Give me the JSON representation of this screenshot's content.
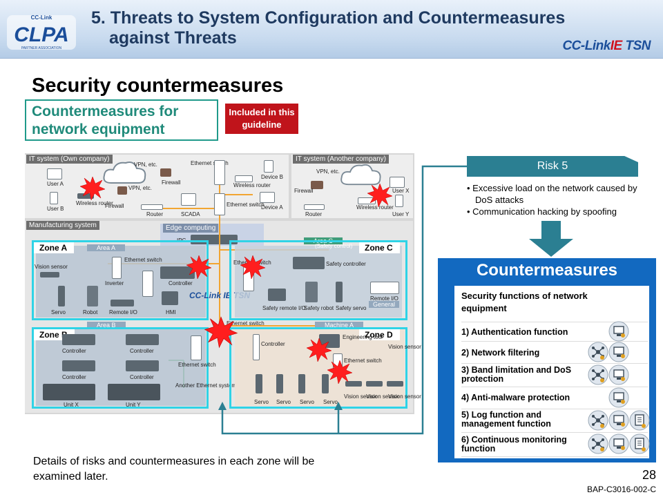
{
  "header": {
    "logo_text": "CC-Link CLPA PARTNER ASSOCIATION",
    "title_line1": "5. Threats to System Configuration and Countermeasures",
    "title_line2": "against Threats",
    "brand_prefix": "CC-Link",
    "brand_ie": "IE",
    "brand_suffix": " TSN"
  },
  "section_title": "Security countermeasures",
  "cm_box_label": "Countermeasures for network equipment",
  "included_badge": "Included in this guideline",
  "diagram": {
    "it_own": "IT system (Own company)",
    "it_other": "IT system (Another company)",
    "manufacturing": "Manufacturing system",
    "edge": "Edge computing",
    "ipc": "IPC",
    "labels": {
      "vpn1": "VPN, etc.",
      "vpn2": "VPN, etc.",
      "vpn3": "VPN, etc.",
      "eth_switch1": "Ethernet switch",
      "eth_switch2": "Ethernet switch",
      "wireless_router1": "Wireless router",
      "wireless_router2": "Wireless router",
      "wireless_router3": "Wireless router",
      "user_a": "User A",
      "user_b": "User B",
      "user_x": "User X",
      "user_y": "User Y",
      "firewall1": "Firewall",
      "firewall2": "Firewall",
      "firewall3": "Firewall",
      "router1": "Router",
      "router2": "Router",
      "scada": "SCADA",
      "device_a": "Device A",
      "device_b": "Device B",
      "vision_sensor": "Vision sensor",
      "inverter": "Inverter",
      "eth_switch_a": "Ethernet switch",
      "controller_a": "Controller",
      "servo_a": "Servo",
      "robot": "Robot",
      "remote_io_a": "Remote I/O",
      "hmi": "HMI",
      "safety_controller": "Safety controller",
      "eth_switch_c": "Ethernet switch",
      "safety_remote_io": "Safety remote I/O",
      "safety_robot": "Safety robot",
      "safety_servo": "Safety servo",
      "remote_io_c": "Remote I/O",
      "general": "General",
      "eth_switch_mid": "Ethernet switch",
      "controller_b1": "Controller",
      "controller_b2": "Controller",
      "controller_b3": "Controller",
      "controller_b4": "Controller",
      "eth_switch_b": "Ethernet switch",
      "another_eth": "Another Ethernet system network",
      "unit_x": "Unit X",
      "unit_y": "Unit Y",
      "controller_d": "Controller",
      "engineering_tool": "Engineering tool",
      "eth_switch_d": "Ethernet switch",
      "vision_sensor_d0": "Vision sensor",
      "servo_d1": "Servo",
      "servo_d2": "Servo",
      "servo_d3": "Servo",
      "servo_d4": "Servo",
      "vision_sensor_d1": "Vision sensor",
      "vision_sensor_d2": "Vision sensor",
      "vision_sensor_d3": "Vision sensor",
      "cclink": "CC-Link IE TSN"
    },
    "zones": {
      "a": "Zone A",
      "b": "Zone B",
      "c": "Zone C",
      "d": "Zone D"
    },
    "areas": {
      "area_a1": "Area A",
      "area_a2": "Area B",
      "area_c": "Area C",
      "area_c_sub": "(Safety control)",
      "machine_a": "Machine A"
    }
  },
  "risk": {
    "header": "Risk 5",
    "items": [
      "• Excessive load on the network caused by DoS attacks",
      "• Communication hacking by spoofing"
    ]
  },
  "countermeasures": {
    "title": "Countermeasures",
    "subtitle": "Security functions of network equipment",
    "rows": [
      {
        "label": "1) Authentication function",
        "icons": [
          "pc-icon"
        ]
      },
      {
        "label": "2) Network filtering",
        "icons": [
          "network-icon",
          "pc-icon"
        ]
      },
      {
        "label": "3) Band limitation and DoS protection",
        "icons": [
          "network-icon",
          "pc-icon"
        ]
      },
      {
        "label": "4) Anti-malware protection",
        "icons": [
          "pc-icon"
        ]
      },
      {
        "label": "5) Log function and management function",
        "icons": [
          "network-icon",
          "pc-icon",
          "document-icon"
        ]
      },
      {
        "label": "6) Continuous monitoring function",
        "icons": [
          "network-icon",
          "pc-icon",
          "document-icon"
        ]
      }
    ]
  },
  "bottom_note": "Details of risks and countermeasures in each zone will be examined later.",
  "page_number": "28",
  "doc_code": "BAP-C3016-002-C",
  "colors": {
    "header_bg": "#c6d9ee",
    "title_text": "#1f3a60",
    "teal": "#1f9a8a",
    "badge_red": "#c0141b",
    "risk_teal": "#2b7f92",
    "cm_blue": "#1269c0",
    "zone_cyan": "#2fd3e6",
    "burst_red": "#ff1e1e"
  }
}
